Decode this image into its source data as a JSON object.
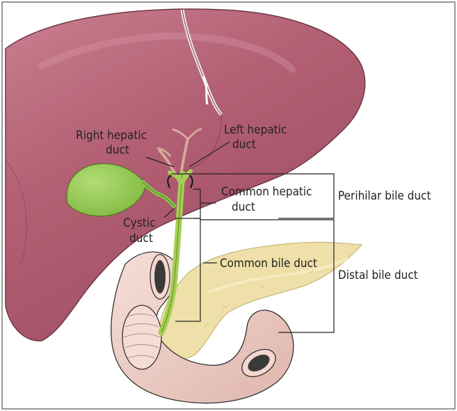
{
  "labels": {
    "right_hepatic_duct": [
      "Right hepatic",
      "duct"
    ],
    "left_hepatic_duct": [
      "Left hepatic",
      "duct"
    ],
    "common_hepatic_duct": [
      "Common hepatic",
      "duct"
    ],
    "cystic_duct": [
      "Cystic",
      "duct"
    ],
    "common_bile_duct": "Common bile duct",
    "perihilar_bile_duct": "Perihilar bile duct",
    "distal_bile_duct": "Distal bile duct"
  },
  "colors": {
    "liver": "#b35f74",
    "liver_highlight": "#cf8d9b",
    "gallbladder": "#8cc449",
    "bile_duct": "#a5cf55",
    "pancreas": "#eee0a8",
    "duodenum": "#efd1c9",
    "duodenum_shadow": "#d9aea6",
    "outline": "#333333"
  }
}
